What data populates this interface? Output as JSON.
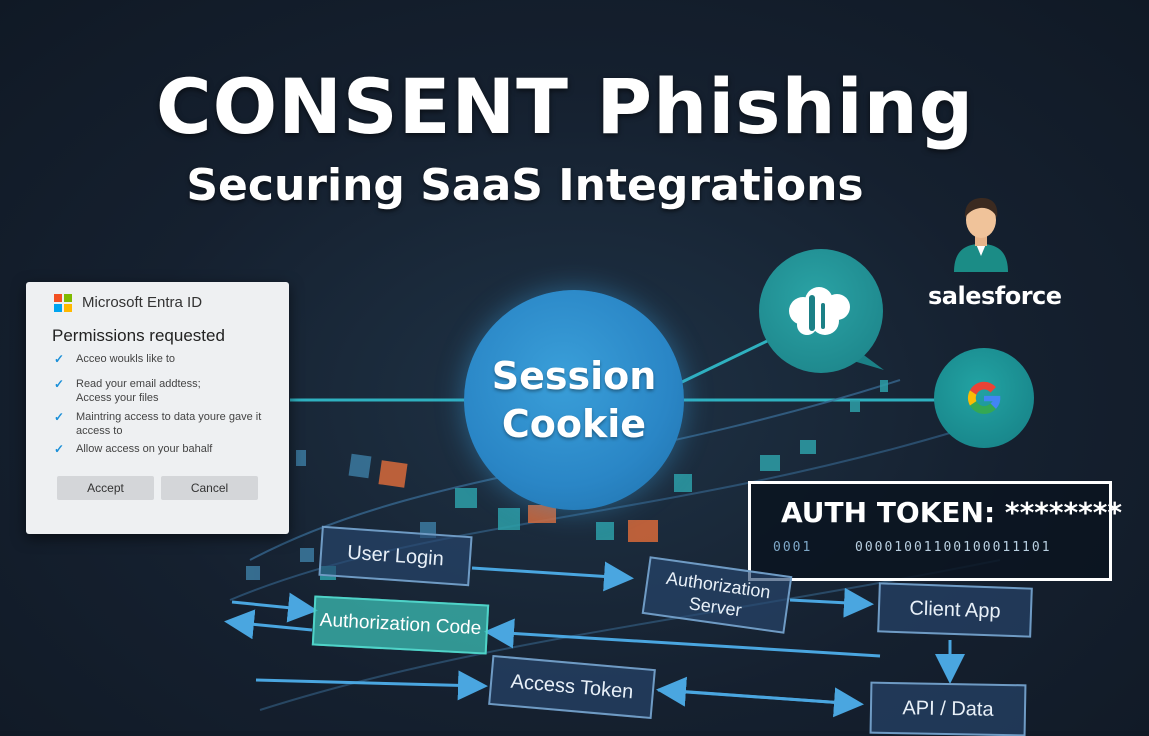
{
  "header": {
    "title": "CONSENT Phishing",
    "subtitle": "Securing SaaS Integrations"
  },
  "dialog": {
    "brand": "Microsoft Entra ID",
    "heading": "Permissions requested",
    "permissions": [
      "Acceo woukls like to",
      "Read your email addtess;\nAccess your files",
      "Maintring access to data youre gave it\naccess to",
      "Allow access on your bahalf"
    ],
    "accept_label": "Accept",
    "cancel_label": "Cancel",
    "logo_colors": [
      "#f25022",
      "#7fba00",
      "#00a4ef",
      "#ffb900"
    ]
  },
  "center": {
    "label": "Session\nCookie"
  },
  "services": {
    "salesforce_label": "salesforce",
    "icons": [
      "salesforce-cloud-icon",
      "google-icon",
      "person-avatar-icon"
    ]
  },
  "auth_token": {
    "label": "AUTH TOKEN: ********",
    "bits_a": "0001",
    "bits_b": "00001001100100011101"
  },
  "flow": {
    "user_login": "User Login",
    "authorization_server": "Authorization\nServer",
    "client_app": "Client App",
    "authorization_code": "Authorization Code",
    "access_token": "Access Token",
    "api_data": "API / Data"
  },
  "colors": {
    "background": "#15202f",
    "session_circle": "#2a86c6",
    "teal": "#1b8086",
    "flow_border": "#6f9bc4",
    "highlight": "#4fd3c8"
  }
}
